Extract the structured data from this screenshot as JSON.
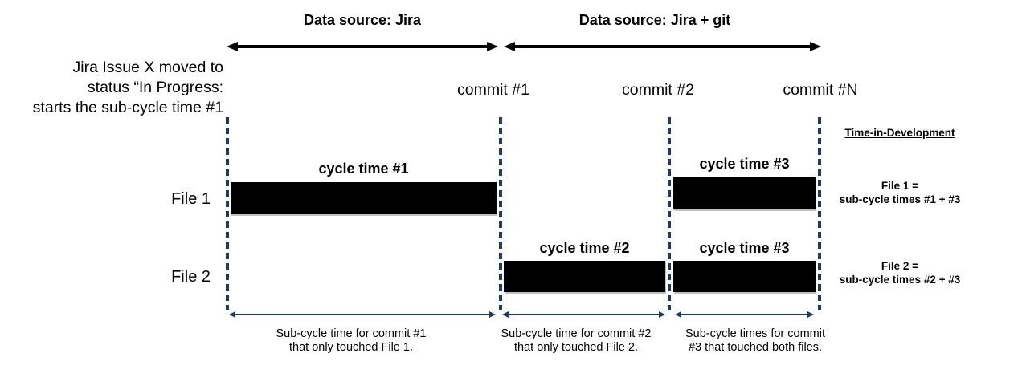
{
  "colors": {
    "bar": "#000000",
    "arrow": "#000000",
    "dashed_line": "#1f3864",
    "span_line": "#1f3864",
    "text": "#000000"
  },
  "top_arrows": [
    {
      "label": "Data source: Jira"
    },
    {
      "label": "Data source: Jira + git"
    }
  ],
  "left_note": {
    "lines": [
      "Jira Issue X moved to",
      "status “In Progress:",
      "starts the sub-cycle time #1"
    ]
  },
  "commit_labels": [
    "commit #1",
    "commit #2",
    "commit #N"
  ],
  "file_rows": [
    {
      "label": "File 1"
    },
    {
      "label": "File 2"
    }
  ],
  "cycle_bars": [
    {
      "label": "cycle time #1",
      "row": "File 1"
    },
    {
      "label": "cycle time #2",
      "row": "File 2"
    },
    {
      "label": "cycle time #3",
      "row": "File 1"
    },
    {
      "label": "cycle time #3",
      "row": "File 2"
    }
  ],
  "right_panel": {
    "title": "Time-in-Development",
    "entries": [
      {
        "line1": "File 1 =",
        "line2": "sub-cycle times #1 + #3"
      },
      {
        "line1": "File 2 =",
        "line2": "sub-cycle times #2 + #3"
      }
    ]
  },
  "bottom_notes": [
    {
      "line1": "Sub-cycle time for commit #1",
      "line2": "that only touched File 1."
    },
    {
      "line1": "Sub-cycle time for commit #2",
      "line2": "that only touched File 2."
    },
    {
      "line1": "Sub-cycle times for commit",
      "line2": "#3 that touched both files."
    }
  ]
}
